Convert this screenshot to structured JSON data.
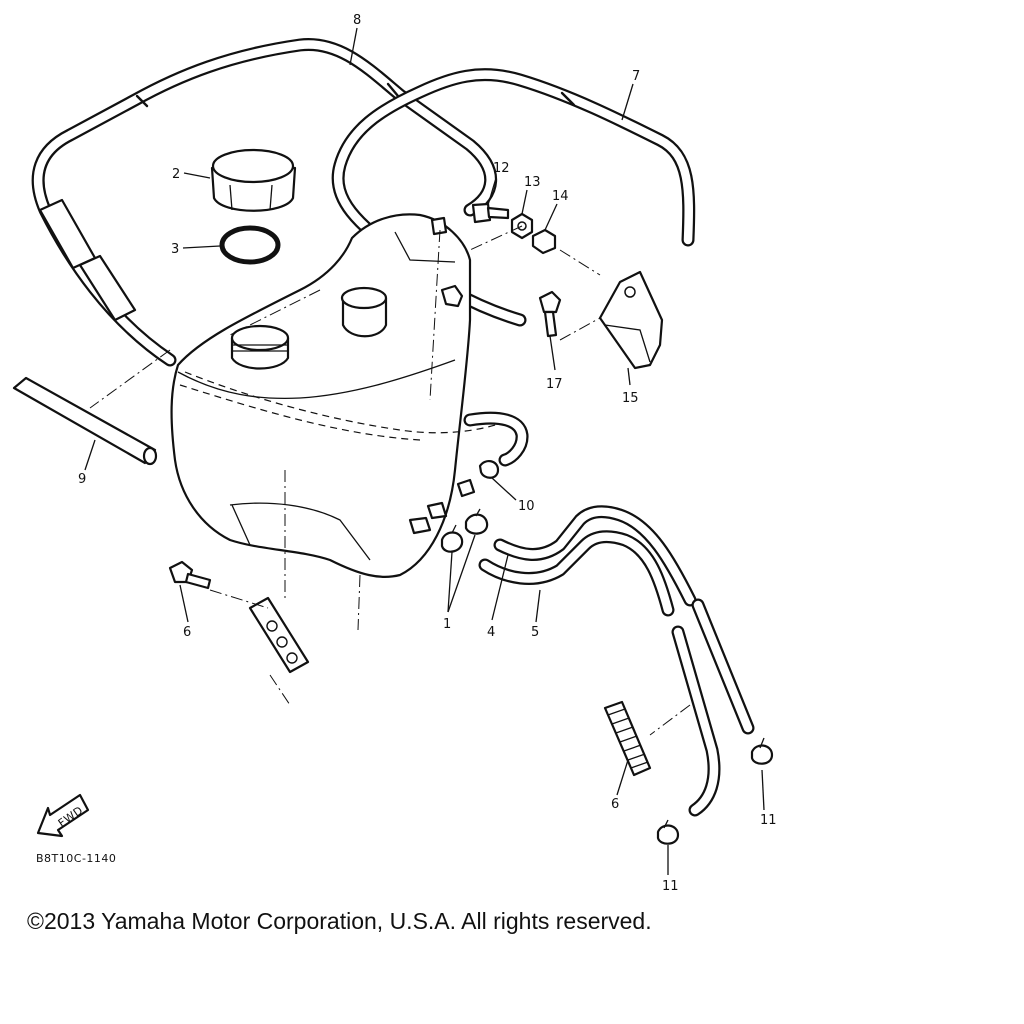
{
  "diagram": {
    "callouts": [
      {
        "id": "c8",
        "label": "8"
      },
      {
        "id": "c7",
        "label": "7"
      },
      {
        "id": "c2",
        "label": "2"
      },
      {
        "id": "c3",
        "label": "3"
      },
      {
        "id": "c12",
        "label": "12"
      },
      {
        "id": "c13",
        "label": "13"
      },
      {
        "id": "c14",
        "label": "14"
      },
      {
        "id": "c17",
        "label": "17"
      },
      {
        "id": "c15",
        "label": "15"
      },
      {
        "id": "c9",
        "label": "9"
      },
      {
        "id": "c10",
        "label": "10"
      },
      {
        "id": "c6a",
        "label": "6"
      },
      {
        "id": "c1",
        "label": "1"
      },
      {
        "id": "c4",
        "label": "4"
      },
      {
        "id": "c5",
        "label": "5"
      },
      {
        "id": "c6b",
        "label": "6"
      },
      {
        "id": "c11a",
        "label": "11"
      },
      {
        "id": "c11b",
        "label": "11"
      }
    ],
    "fwd_label": "FWD",
    "drawing_code": "B8T10C-1140"
  },
  "footer": {
    "copyright": "©2013 Yamaha Motor Corporation, U.S.A. All rights reserved."
  }
}
